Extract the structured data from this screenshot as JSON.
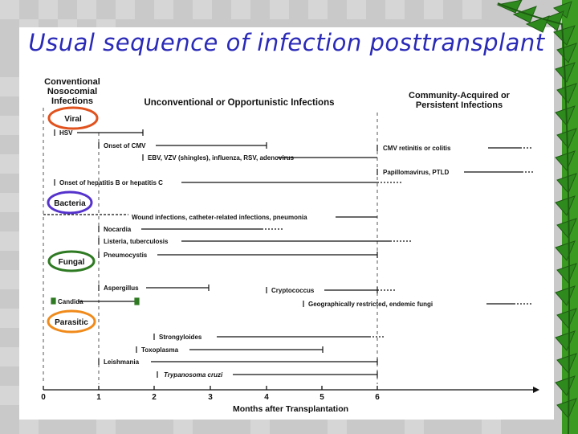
{
  "title": "Usual sequence of infection posttransplant",
  "headers": {
    "conventional": [
      "Conventional",
      "Nosocomial",
      "Infections"
    ],
    "unconventional": "Unconventional or Opportunistic Infections",
    "community": [
      "Community-Acquired or",
      "Persistent Infections"
    ]
  },
  "groups": {
    "viral": "Viral",
    "bacteria": "Bacteria",
    "fungal": "Fungal",
    "parasitic": "Parasitic"
  },
  "group_colors": {
    "viral": "#e0521e",
    "bacteria": "#5533cc",
    "fungal": "#2e7a22",
    "parasitic": "#f08a1a"
  },
  "rows": {
    "hsv": "HSV",
    "onset_cmv": "Onset of CMV",
    "ebv": "EBV, VZV (shingles), influenza, RSV, adenovirus",
    "cmv_retinitis": "CMV retinitis or colitis",
    "onset_hep": "Onset of hepatitis B or hepatitis C",
    "papilloma": "Papillomavirus, PTLD",
    "wound": "Wound infections, catheter-related infections, pneumonia",
    "nocardia": "Nocardia",
    "listeria": "Listeria, tuberculosis",
    "pneumocystis": "Pneumocystis",
    "aspergillus": "Aspergillus",
    "cryptococcus": "Cryptococcus",
    "candida": "Candida",
    "geo_fungi": "Geographically restricted, endemic fungi",
    "strongyloides": "Strongyloides",
    "toxoplasma": "Toxoplasma",
    "leishmania": "Leishmania",
    "trypanosoma": "Trypanosoma cruzi"
  },
  "axis": {
    "label": "Months after Transplantation",
    "ticks": [
      "0",
      "1",
      "2",
      "3",
      "4",
      "5",
      "6"
    ]
  }
}
